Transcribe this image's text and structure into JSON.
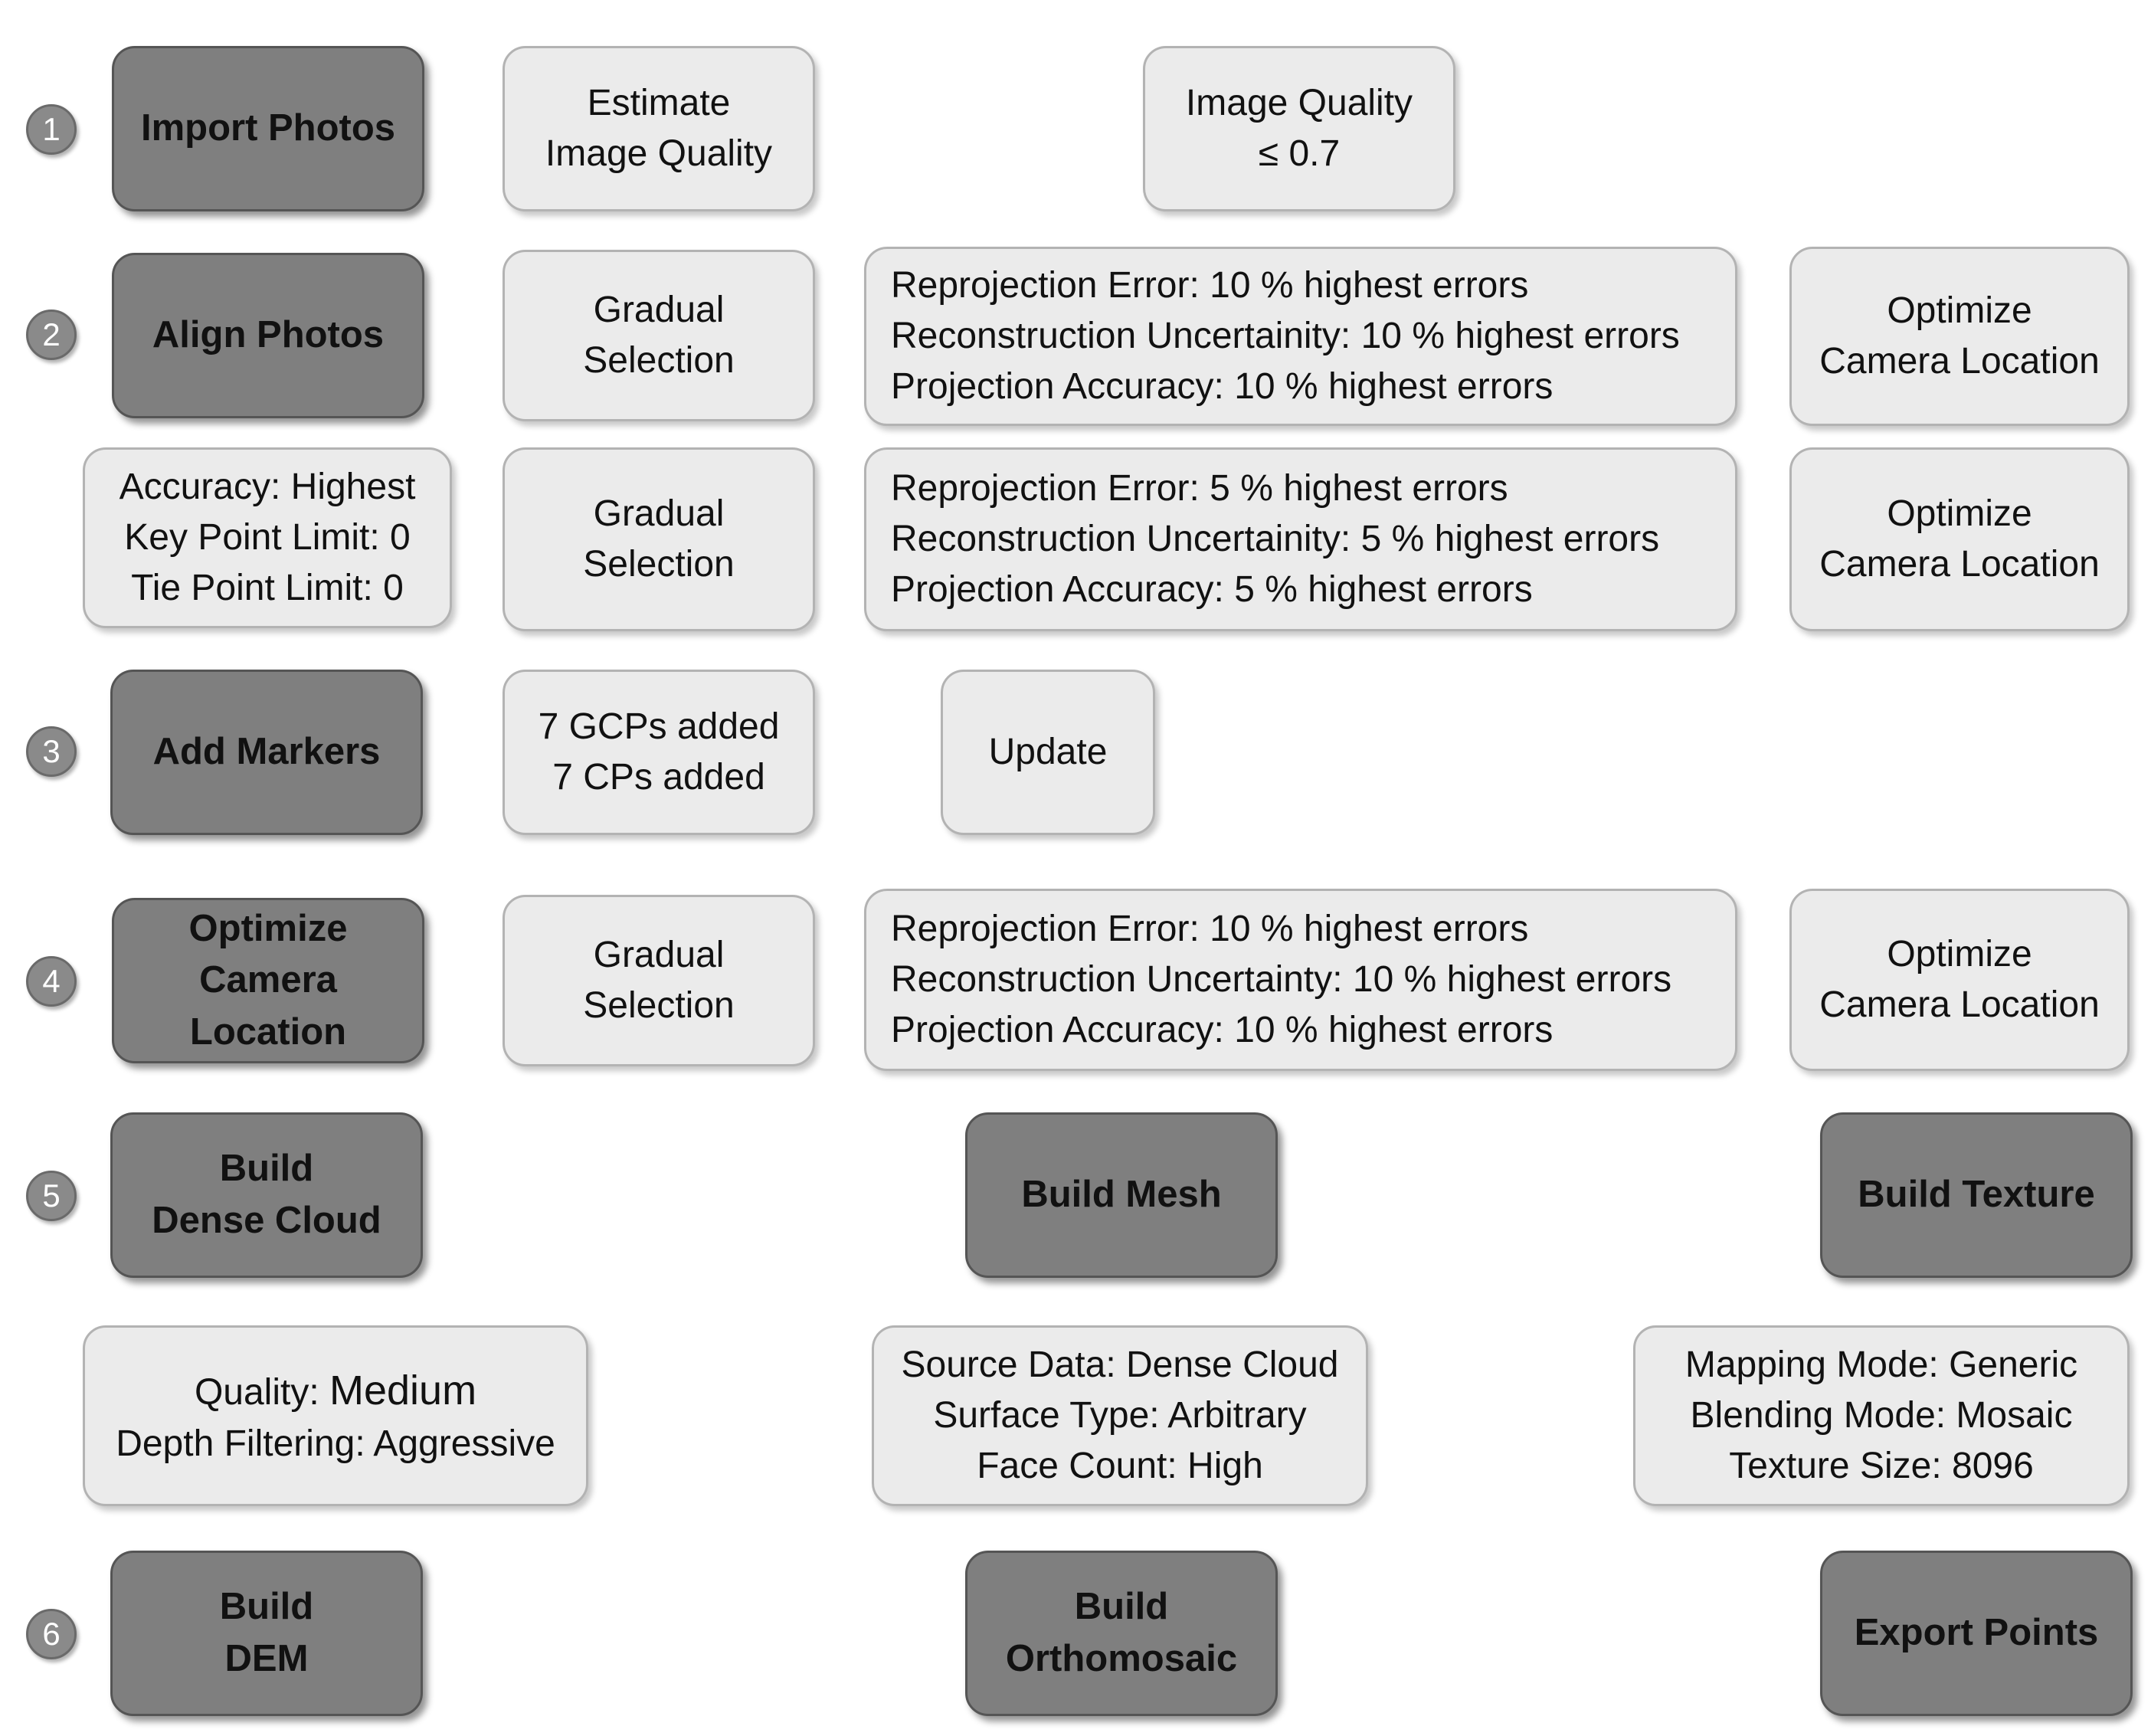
{
  "steps": [
    "1",
    "2",
    "3",
    "4",
    "5",
    "6"
  ],
  "row1": {
    "import_photos": "Import Photos",
    "estimate_quality": [
      "Estimate",
      "Image Quality"
    ],
    "quality_threshold": [
      "Image Quality",
      "≤ 0.7"
    ]
  },
  "row2": {
    "align_photos": "Align Photos",
    "gradual_selection": [
      "Gradual",
      "Selection"
    ],
    "criteria": [
      "Reprojection Error: 10 % highest errors",
      "Reconstruction Uncertainity: 10 % highest errors",
      "Projection Accuracy: 10 % highest errors"
    ],
    "optimize": [
      "Optimize",
      "Camera Location"
    ]
  },
  "row2b": {
    "align_settings": [
      "Accuracy: Highest",
      "Key Point Limit: 0",
      "Tie Point Limit: 0"
    ],
    "gradual_selection": [
      "Gradual",
      "Selection"
    ],
    "criteria": [
      "Reprojection Error: 5 % highest errors",
      "Reconstruction Uncertainity: 5 % highest errors",
      "Projection Accuracy: 5 % highest errors"
    ],
    "optimize": [
      "Optimize",
      "Camera Location"
    ]
  },
  "row3": {
    "add_markers": "Add Markers",
    "markers_info": [
      "7 GCPs added",
      "7 CPs added"
    ],
    "update": "Update"
  },
  "row4": {
    "optimize_camera": [
      "Optimize",
      "Camera",
      "Location"
    ],
    "gradual_selection": [
      "Gradual",
      "Selection"
    ],
    "criteria": [
      "Reprojection Error: 10 % highest errors",
      "Reconstruction Uncertainty: 10 % highest errors",
      "Projection Accuracy: 10 % highest errors"
    ],
    "optimize": [
      "Optimize",
      "Camera Location"
    ]
  },
  "row5": {
    "dense_cloud": [
      "Build",
      "Dense Cloud"
    ],
    "build_mesh": "Build Mesh",
    "build_texture": "Build Texture"
  },
  "settings": {
    "dense_cloud": {
      "quality_label": "Quality: ",
      "quality_value": "Medium",
      "depth_filtering": "Depth Filtering: Aggressive"
    },
    "mesh": [
      "Source Data: Dense Cloud",
      "Surface Type: Arbitrary",
      "Face Count: High"
    ],
    "texture": [
      "Mapping Mode: Generic",
      "Blending Mode: Mosaic",
      "Texture Size: 8096"
    ]
  },
  "row6": {
    "build_dem": [
      "Build",
      "DEM"
    ],
    "build_orthomosaic": [
      "Build",
      "Orthomosaic"
    ],
    "export_points": "Export Points"
  }
}
